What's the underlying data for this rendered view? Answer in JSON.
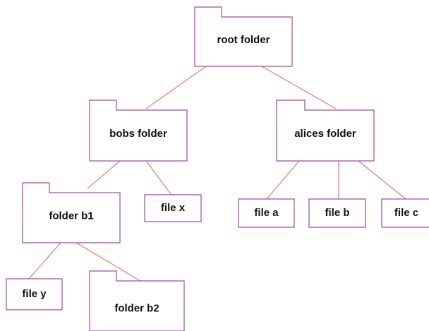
{
  "diagram": {
    "colors": {
      "box_border": "#a04aa8",
      "edge": "#e87878",
      "text": "#111111"
    },
    "nodes": [
      {
        "id": "root",
        "label": "root folder",
        "kind": "folder"
      },
      {
        "id": "bobs",
        "label": "bobs folder",
        "kind": "folder"
      },
      {
        "id": "alices",
        "label": "alices folder",
        "kind": "folder"
      },
      {
        "id": "b1",
        "label": "folder b1",
        "kind": "folder"
      },
      {
        "id": "filex",
        "label": "file x",
        "kind": "file"
      },
      {
        "id": "filea",
        "label": "file a",
        "kind": "file"
      },
      {
        "id": "fileb",
        "label": "file b",
        "kind": "file"
      },
      {
        "id": "filec",
        "label": "file c",
        "kind": "file"
      },
      {
        "id": "filey",
        "label": "file y",
        "kind": "file"
      },
      {
        "id": "b2",
        "label": "folder b2",
        "kind": "folder"
      }
    ],
    "edges": [
      [
        "root",
        "bobs"
      ],
      [
        "root",
        "alices"
      ],
      [
        "bobs",
        "b1"
      ],
      [
        "bobs",
        "filex"
      ],
      [
        "alices",
        "filea"
      ],
      [
        "alices",
        "fileb"
      ],
      [
        "alices",
        "filec"
      ],
      [
        "b1",
        "filey"
      ],
      [
        "b1",
        "b2"
      ]
    ]
  }
}
